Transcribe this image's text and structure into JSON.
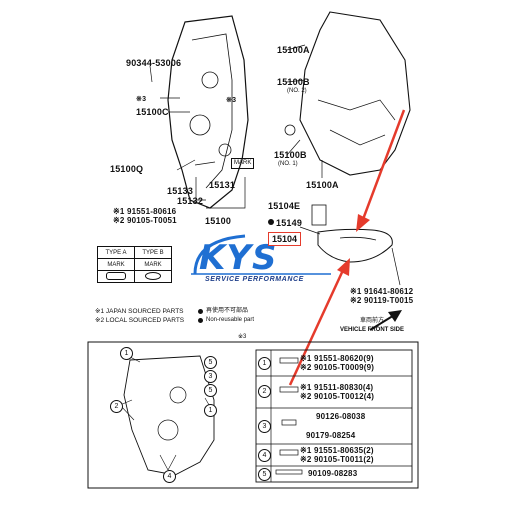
{
  "labels": {
    "p90344": "90344-53006",
    "p15100A_top": "15100A",
    "p15100B_top": "15100B",
    "no2": "(NO. 2)",
    "p15100C": "15100C",
    "x3_left": "※3",
    "x3_right": "※3",
    "p15100B_mid": "15100B",
    "no1": "(NO. 1)",
    "mark": "MARK",
    "p15100Q": "15100Q",
    "p15131": "15131",
    "p15133": "15133",
    "p15132": "15132",
    "p15100A_mid": "15100A",
    "p15104E": "15104E",
    "p15149": "15149",
    "p15104": "15104",
    "p15100": "15100",
    "left_code1": "※1 91551-80616",
    "left_code2": "※2 90105-T0051",
    "right_code1": "※1 91641-80612",
    "right_code2": "※2 90119-T0015"
  },
  "types_table": {
    "type_a": "TYPE A",
    "type_b": "TYPE B",
    "mark_a": "MARK",
    "mark_b": "MARK"
  },
  "legend": {
    "japan": "※1  JAPAN SOURCED PARTS",
    "local": "※2  LOCAL SOURCED PARTS",
    "reuse_cn": "再使用不可部品",
    "reuse_en": "Non-reusable part",
    "front_cn": "車両前方",
    "front_en": "VEHICLE FRONT SIDE",
    "detail_mark": "※3"
  },
  "logo": {
    "text": "KYS",
    "sub": "SERVICE PERFORMANCE"
  },
  "bolt_table": [
    {
      "no": "1",
      "codes": [
        "※1 91551-80620(9)",
        "※2 90105-T0009(9)"
      ]
    },
    {
      "no": "2",
      "codes": [
        "※1 91511-80830(4)",
        "※2 90105-T0012(4)"
      ]
    },
    {
      "no": "3",
      "codes": [
        "90126-08038",
        "90179-08254"
      ]
    },
    {
      "no": "4",
      "codes": [
        "※1 91551-80635(2)",
        "※2 90105-T0011(2)"
      ]
    },
    {
      "no": "5",
      "codes": [
        "90109-08283"
      ]
    }
  ],
  "colors": {
    "accent_red": "#e53b2c",
    "logo_blue": "#1f6fd2"
  }
}
